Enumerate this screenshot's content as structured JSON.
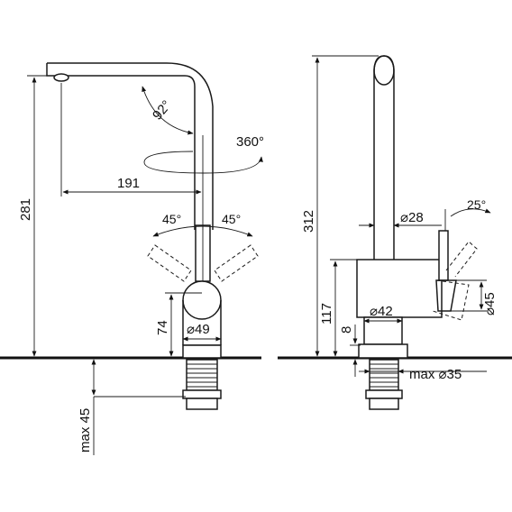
{
  "dimensions": {
    "left_height": "281",
    "reach": "191",
    "bend_angle": "92°",
    "swivel": "360°",
    "lever_left": "45°",
    "lever_right": "45°",
    "base_height": "74",
    "base_diameter": "⌀49",
    "max_counter": "max 45",
    "right_height": "312",
    "spout_diameter": "⌀28",
    "lever_tilt": "25°",
    "body_height": "117",
    "body_diameter": "⌀45",
    "neck_diameter": "⌀42",
    "neck_height": "8",
    "max_hole": "max ⌀35"
  }
}
